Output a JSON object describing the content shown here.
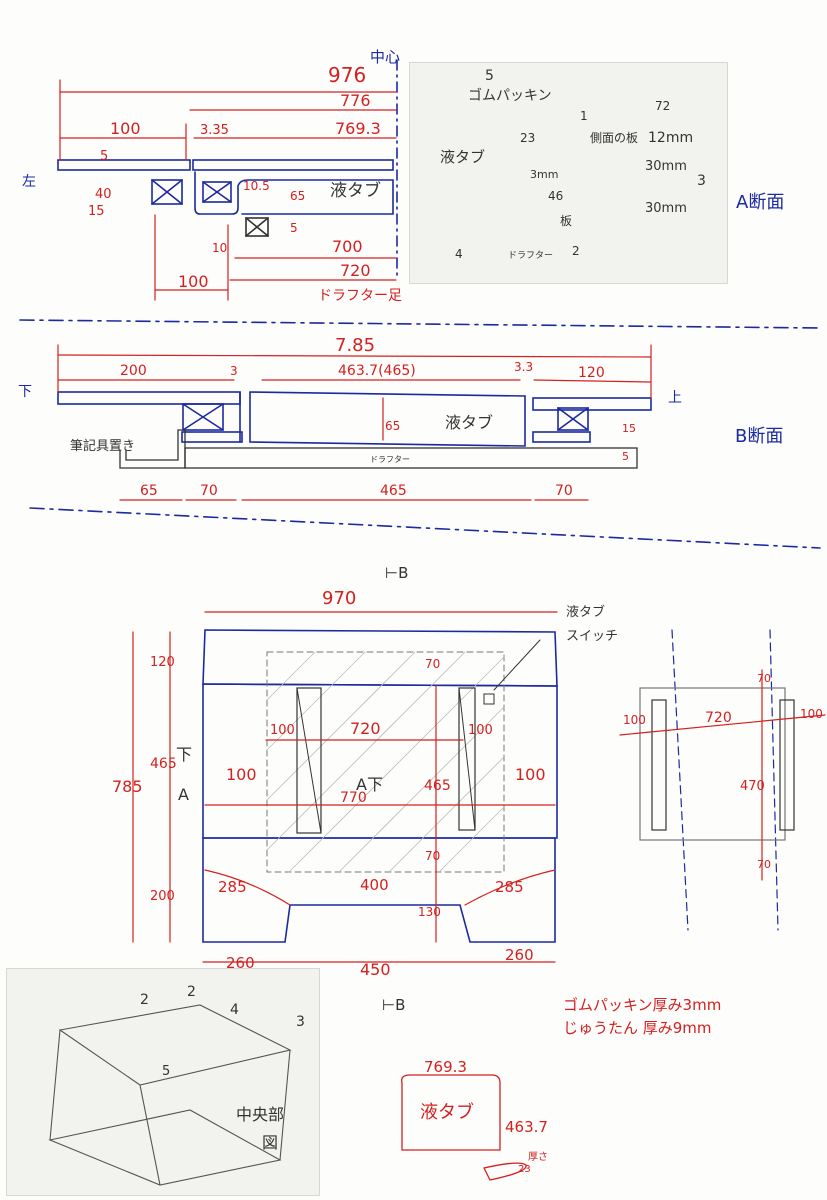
{
  "a_section": {
    "overall": "976",
    "center_label": "中心",
    "d776": "776",
    "d100": "100",
    "d3_35": "3.35",
    "d769_3": "769.3",
    "left_label": "左",
    "d5": "5",
    "d40": "40",
    "d15": "15",
    "d10_5": "10.5",
    "d65": "65",
    "tub_label": "液タブ",
    "d5b": "5",
    "d700": "700",
    "d10": "10",
    "d720": "720",
    "d100b": "100",
    "drafter_leg": "ドラフター足"
  },
  "photo_a": {
    "rubber_packing": "ゴムパッキン",
    "n5": "5",
    "n1": "1",
    "d72": "72",
    "side_board": "側面の板",
    "d12mm": "12mm",
    "d23": "23",
    "tub_label": "液タブ",
    "d3mm": "3mm",
    "d30mm_1": "30mm",
    "n3": "3",
    "d46": "46",
    "d30mm_2": "30mm",
    "board": "板",
    "n2": "2",
    "n4": "4",
    "drafter": "ドラフター",
    "section_title": "A断面"
  },
  "b_section": {
    "overall": "7.85",
    "d200": "200",
    "d3": "3",
    "d463_7": "463.7(465)",
    "d3_3": "3.3",
    "d120": "120",
    "lower_label": "下",
    "upper_label": "上",
    "d65": "65",
    "tub_label": "液タブ",
    "drafter": "ドラフター",
    "d15": "15",
    "d5": "5",
    "pen_tray": "筆記具置き",
    "d65b": "65",
    "d70": "70",
    "d465": "465",
    "d70b": "70",
    "section_title": "B断面",
    "mark": "⊢B"
  },
  "plan": {
    "d970": "970",
    "tub_switch_1": "液タブ",
    "tub_switch_2": "スイッチ",
    "d785": "785",
    "d120": "120",
    "d465": "465",
    "d200": "200",
    "lower_mark": "下",
    "a_mark": "A",
    "d100_left": "100",
    "d70_top": "70",
    "d100_inner": "100",
    "d720": "720",
    "d100_inner_r": "100",
    "a_lower_mark": "A下",
    "d465b": "465",
    "d100_right": "100",
    "d770": "770",
    "d70_bottom": "70",
    "d285_left": "285",
    "d400": "400",
    "d285_right": "285",
    "d130": "130",
    "d260_left": "260",
    "d450": "450",
    "d260_right": "260",
    "mark": "⊢B"
  },
  "side_sketch": {
    "d70_top": "70",
    "d100_left": "100",
    "d720": "720",
    "d100_right": "100",
    "d470": "470",
    "d70_bottom": "70"
  },
  "notes": {
    "rubber": "ゴムパッキン厚み3mm",
    "carpet": "じゅうたん 厚み9mm"
  },
  "box_sketch": {
    "d769_3": "769.3",
    "tub_label": "液タブ",
    "d463_7": "463.7",
    "thickness": "厚さ",
    "d23": "23"
  },
  "center_part": {
    "n2a": "2",
    "n2b": "2",
    "n4": "4",
    "n3": "3",
    "n5": "5",
    "title_1": "中央部",
    "title_2": "図"
  }
}
